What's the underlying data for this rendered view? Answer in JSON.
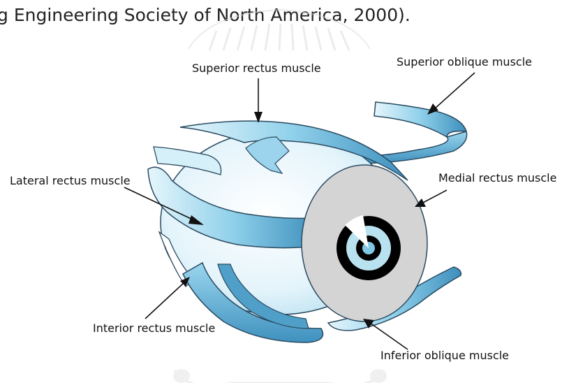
{
  "caption_fragment": "g Engineering Society of North America, 2000).",
  "labels": {
    "superior_rectus": "Superior rectus muscle",
    "superior_oblique": "Superior oblique muscle",
    "lateral_rectus": "Lateral rectus muscle",
    "medial_rectus": "Medial rectus muscle",
    "inferior_rectus": "Interior rectus muscle",
    "inferior_oblique": "Inferior oblique muscle"
  },
  "colors": {
    "muscle_light": "#cdeefa",
    "muscle_mid": "#7fc8e6",
    "muscle_dark": "#3d8fbd",
    "outline": "#2a4a60",
    "iris": "#d4d4d4",
    "pupil_ring": "#000000",
    "pupil_center": "#7fc8e6"
  }
}
